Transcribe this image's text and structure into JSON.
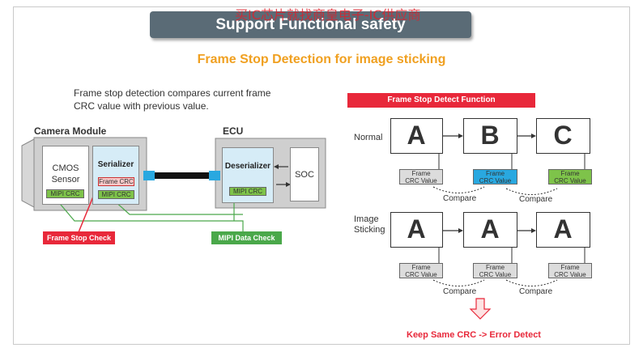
{
  "watermark": "买IC芯片就找商皇电子-IC供应商",
  "title": "Support Functional safety",
  "subtitle": "Frame Stop Detection for image sticking",
  "description": [
    "Frame stop detection compares current frame",
    "CRC value with previous value."
  ],
  "left": {
    "camera_module": "Camera Module",
    "ecu": "ECU",
    "cmos": [
      "CMOS",
      "Sensor"
    ],
    "mipi_crc": "MIPI CRC",
    "serializer": "Serializer",
    "frame_crc": "Frame CRC",
    "deserializer": "Deserializer",
    "soc": "SOC",
    "frame_stop_check": "Frame Stop Check",
    "mipi_data_check": "MIPI Data Check"
  },
  "right": {
    "header": "Frame Stop Detect Function",
    "normal": "Normal",
    "image_sticking": [
      "Image",
      "Sticking"
    ],
    "normal_frames": [
      "A",
      "B",
      "C"
    ],
    "sticking_frames": [
      "A",
      "A",
      "A"
    ],
    "crc_line1": "Frame",
    "crc_line2": "CRC Value",
    "compare": "Compare",
    "result": "Keep Same CRC  -> Error Detect"
  },
  "colors": {
    "accent_red": "#e8283a",
    "green": "#7ec34a",
    "blue": "#29a8e0",
    "title_bg": "#5a6b76",
    "orange": "#f0a020"
  }
}
